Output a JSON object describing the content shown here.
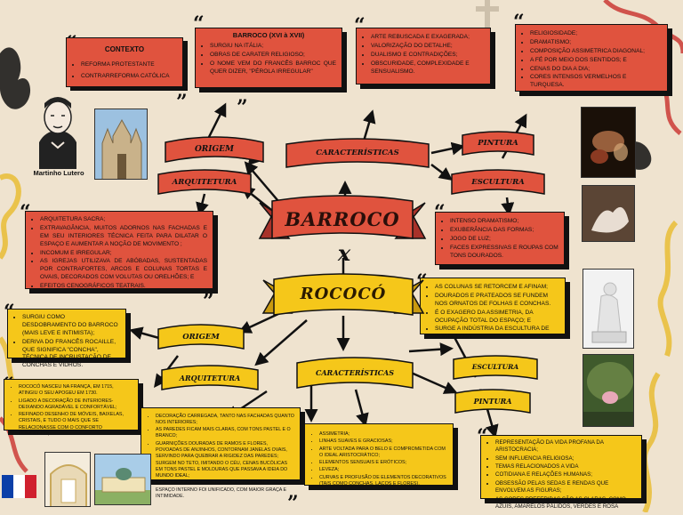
{
  "title_main": "BARROCO",
  "versus": "x",
  "title_second": "ROCOCÓ",
  "barroco": {
    "contexto": {
      "title": "CONTEXTO",
      "items": [
        "REFORMA PROTESTANTE",
        "CONTRARREFORMA CATÓLICA"
      ]
    },
    "origem_box": {
      "title": "BARROCO (XVI à XVII)",
      "items": [
        "SURGIU NA ITÁLIA;",
        "OBRAS DE CARATER RELIGIOSO;",
        "O NOME VEM DO FRANCÊS BARROC QUE QUER DIZER, \"PÉROLA IRREGULAR\""
      ]
    },
    "caracteristicas_box": {
      "items": [
        "ARTE REBUSCADA E EXAGERADA;",
        "VALORIZAÇÃO DO DETALHE;",
        "DUALISMO E CONTRADIÇÕES;",
        "OBSCURIDADE, COMPLEXIDADE E SENSUALISMO."
      ]
    },
    "pintura_box": {
      "items": [
        "RELIGIOSIDADE;",
        "DRAMATISMO;",
        "COMPOSIÇÃO ASSIMETRICA DIAGONAL;",
        "A FÉ POR MEIO DOS SENTIDOS; E",
        "CENAS DO DIA A DIA;",
        "CORES INTENSOS VERMELHOS E TURQUESA."
      ]
    },
    "arquitetura_box": {
      "items": [
        "ARQUITETURA SACRA;",
        "EXTRAVAGÂNCIA, MUITOS ADORNOS NAS FACHADAS E EM SEU INTERIORES TÉCNICA FEITA PARA DILATAR O ESPAÇO E AUMENTAR A NOÇÃO DE MOVIMENTO ;",
        "INCOMUM E IRREGULAR;",
        "AS IGREJAS UTILIZAVA DE ABÓBADAS, SUSTENTADAS POR CONTRAFORTES, ARCOS E COLUNAS TORTAS E OVAIS, DECORADOS COM VOLUTAS OU ORELHÕES; E",
        "EFEITOS CENOGRÁFICOS TEATRAIS."
      ]
    },
    "escultura_box": {
      "items": [
        "INTENSO DRAMATISMO;",
        "EXUBERÂNCIA DAS FORMAS;",
        "JOGO DE LUZ;",
        "FACES EXPRESSIVAS E ROUPAS COM TONS DOURADOS."
      ]
    },
    "labels": {
      "origem": "ORIGEM",
      "caracteristicas": "CARACTERÍSTICAS",
      "pintura": "PINTURA",
      "arquitetura": "ARQUITETURA",
      "escultura": "ESCULTURA"
    },
    "portrait_caption": "Martinho Lutero"
  },
  "rococo": {
    "origem_box": {
      "items": [
        "SURGIU COMO DESDOBRAMENTO DO BARROCO (MAIS LEVE E INTIMISTA);",
        "DERIVA DO FRANCÊS ROCAILLE, QUE SIGNIFICA \"CONCHA\", TÉCNICA DE INCRUSTAÇÃO DE CONCHAS E VIDROS."
      ]
    },
    "contexto_box": {
      "items": [
        "ROCOCÓ NASCEU NA FRANÇA, EM 1715, ATINGIU O SEU APOGEU EM 1730.",
        "LIGADO A DECORAÇÃO DE INTERIORES-DEIXANDO AGRADÁVEL E CONFORTÁVEL;",
        "REFINADO DESENHO DE MÓVEIS, BAIXELAS, CRISTAIS, E TUDO O MAIS QUE SE RELACIONASSE COM O CONFORTO DOMÉSTICO;"
      ]
    },
    "escultura_box": {
      "items": [
        "AS COLUNAS SE RETORCEM E AFINAM;",
        "DOURADOS E PRATEADOS SE FUNDEM NOS ORNATOS DE FOLHAS E CONCHAS.",
        "É O EXAGERO DA ASSIMETRIA, DA OCUPAÇÃO TOTAL DO ESPAÇO; E",
        "SURGE A INDÚSTRIA DA ESCULTURA DE PORCELANA."
      ]
    },
    "arquitetura_box": {
      "items": [
        "DECORAÇÃO CARREGADA, TANTO NAS FACHADAS QUANTO NOS INTERIORES;",
        "AS PAREDES FICAM MAIS CLARAS, COM TONS PASTEL E O BRANCO;",
        "GUARNIÇÕES DOURADAS DE RAMOS E FLORES, POVOADAS DE ANJINHOS, CONTORNAM JANELAS OVAIS, SERVINDO PARA QUEBRAR A RIGIDEZ DAS PAREDES;",
        "SURGEM NO TETO, IMITANDO O CÉU, CENAS BUCÓLICAS EM TONS PASTEL E MOLDURAS QUE PASSAVA A IDEIA DO MUNDO IDEAL;",
        "A ESTRUTURA DAS CONSTRUÇÕES GANHOU LEVEZA E O ESPAÇO INTERNO FOI UNIFICADO, COM MAIOR GRAÇA E INTIMIDADE."
      ]
    },
    "caracteristicas_box": {
      "items": [
        "ASSIMETRIA;",
        "LINHAS SUAVES E GRACIOSAS;",
        "ARTE VOLTADA PARA O BELO E COMPROMETIDA COM O IDEAL ARISTOCRÁTICO;",
        "ELEMENTOS SENSUAIS E ERÓTICOS;",
        "LEVEZA;",
        "CURVAS E PROFUSÃO DE ELEMENTOS DECORATIVOS (TAIS COMO CONCHAS, LAÇOS E FLORES)."
      ]
    },
    "pintura_box": {
      "items": [
        "REPRESENTAÇÃO DA VIDA PROFANA DA ARISTOCRACIA;",
        "SEM INFLUENCIA RELIGIOSA;",
        "TEMAS RELACIONADOS A VIDA",
        "COTIDIANA E RELAÇÕES HUMANAS;",
        "OBSESSÃO PELAS SEDAS E RENDAS QUE ENVOLVEM AS FIGURAS;",
        "AS CORES PREFERIDAS SÃO AS CLARAS, COMO AZUIS, AMARELOS PÁLIDOS, VERDES E ROSA"
      ]
    },
    "labels": {
      "origem": "ORIGEM",
      "arquitetura": "ARQUITETURA",
      "caracteristicas": "CARACTERÍSTICAS",
      "escultura": "ESCULTURA",
      "pintura": "PINTURA"
    }
  },
  "colors": {
    "barroco": "#d94a3a",
    "rococo": "#f5c71a",
    "background": "#efe3cf"
  }
}
